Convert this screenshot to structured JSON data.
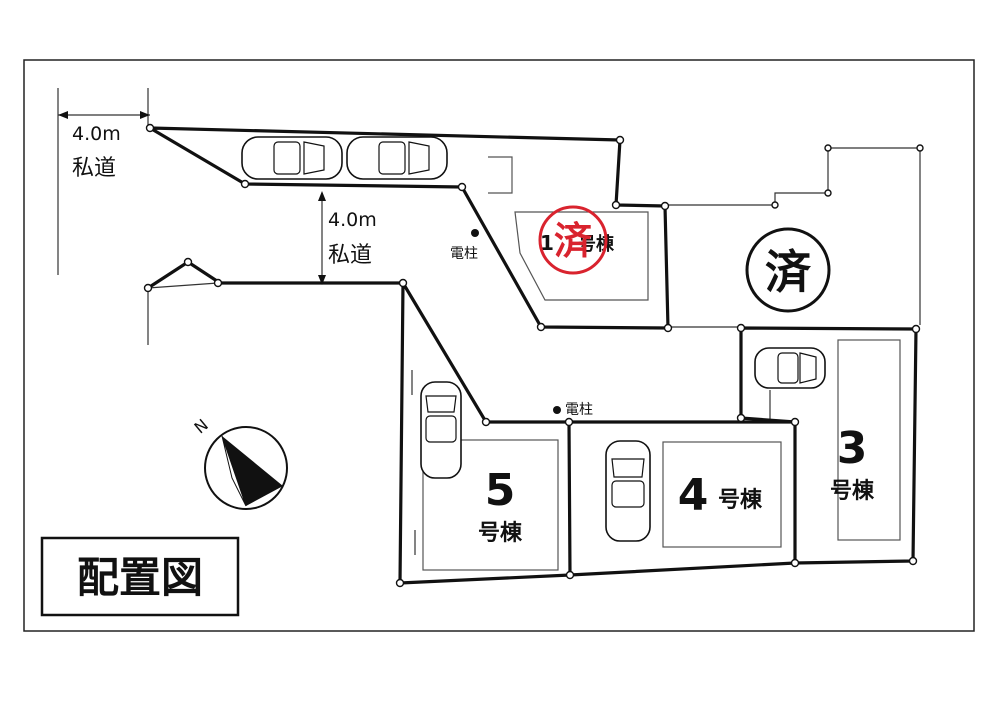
{
  "title": "配置図",
  "roads": [
    {
      "width": "4.0m",
      "name": "私道"
    },
    {
      "width": "4.0m",
      "name": "私道"
    }
  ],
  "poles": [
    "電柱",
    "電柱"
  ],
  "sold_mark": "済",
  "lots": {
    "sold_lot": {
      "number": "1",
      "suffix": "号棟"
    },
    "lot3": {
      "number": "3",
      "suffix": "号棟"
    },
    "lot4": {
      "number": "4",
      "suffix": "号棟"
    },
    "lot5": {
      "number": "5",
      "suffix": "号棟"
    }
  },
  "compass": {
    "north_label": "N"
  },
  "colors": {
    "stamp": "#d9232e",
    "line": "#111111"
  }
}
